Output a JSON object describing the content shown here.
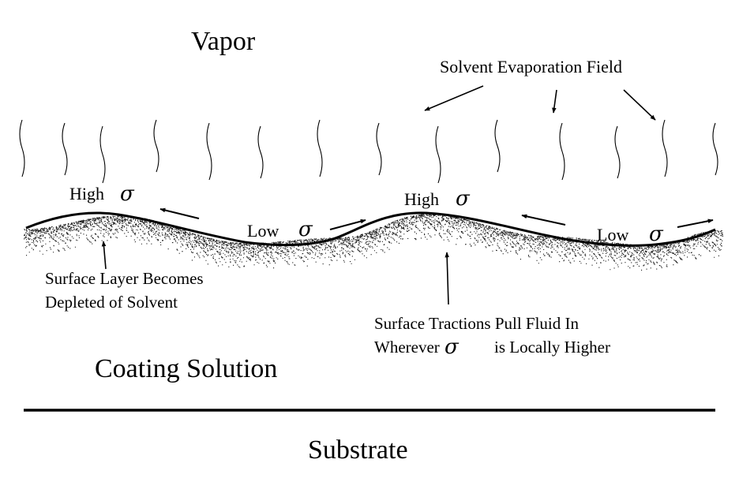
{
  "labels": {
    "vapor": "Vapor",
    "evaporation_field": "Solvent Evaporation Field",
    "high": "High",
    "low": "Low",
    "sigma": "σ",
    "depleted_line1": "Surface Layer Becomes",
    "depleted_line2": "Depleted of Solvent",
    "tractions_line1": "Surface Tractions Pull Fluid In",
    "tractions_line2_a": "Wherever",
    "tractions_line2_b": "is Locally Higher",
    "coating": "Coating Solution",
    "substrate": "Substrate"
  }
}
